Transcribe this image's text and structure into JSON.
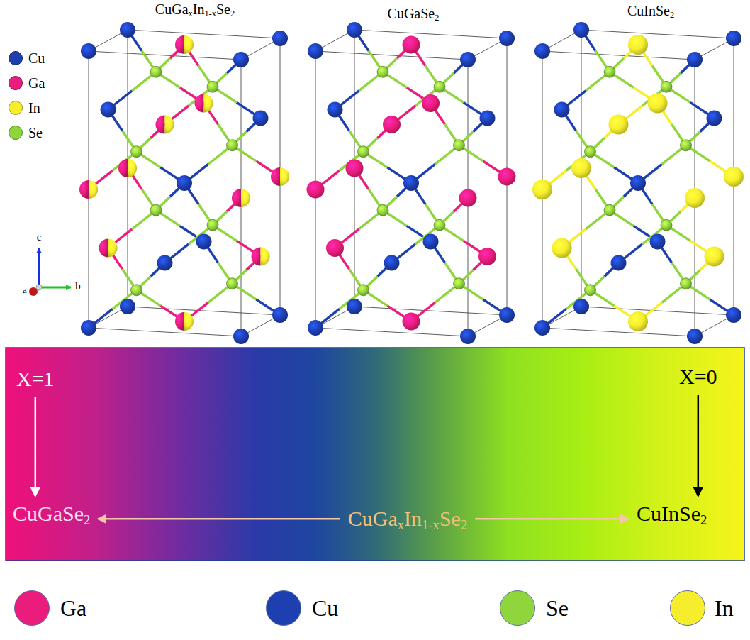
{
  "diagram": {
    "nodes": [
      {
        "text": [
          "X=1"
        ]
      },
      {
        "text": [
          "X=0"
        ]
      },
      {
        "text": [
          "CuGaSe2"
        ]
      },
      {
        "text": [
          "CuGaxIn1-xSe2"
        ]
      },
      {
        "text": [
          "CuInSe2"
        ]
      }
    ],
    "edges": [
      {
        "from": 0,
        "to": 2,
        "arrow": "to"
      },
      {
        "from": 1,
        "to": 4,
        "arrow": "to"
      },
      {
        "from": 3,
        "to": 2,
        "arrow": "to"
      },
      {
        "from": 3,
        "to": 4,
        "arrow": "to"
      }
    ],
    "labels": [
      "CuGaxIn1-xSe2",
      "CuGaSe2",
      "CuInSe2",
      "c",
      "b",
      "a"
    ],
    "legend": [
      {
        "text": "Cu",
        "color": "#1d3fb0"
      },
      {
        "text": "Ga",
        "color": "#ea1c7c"
      },
      {
        "text": "In",
        "color": "#f6ee2c"
      },
      {
        "text": "Se",
        "color": "#8fd63c"
      },
      {
        "text": "Ga",
        "color": "#ea1c7c"
      },
      {
        "text": "Cu",
        "color": "#1d3fb0"
      },
      {
        "text": "Se",
        "color": "#8fd63c"
      },
      {
        "text": "In",
        "color": "#f6ee2c"
      }
    ]
  }
}
